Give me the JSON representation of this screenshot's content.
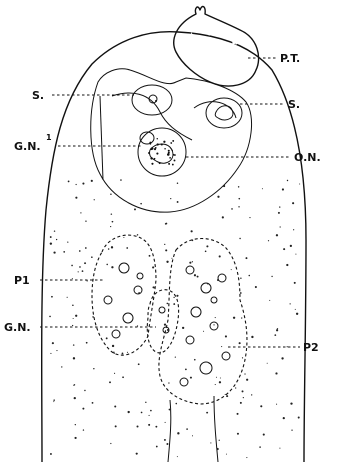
{
  "labels": {
    "pt": "P.T.",
    "s_left": "S.",
    "s_right": "S.",
    "gn1_main": "G.N.",
    "gn1_sup": "1",
    "on": "O.N.",
    "p1": "P1",
    "gn": "G.N.",
    "p2": "P2"
  },
  "colors": {
    "ink": "#111111",
    "paper": "#ffffff"
  }
}
